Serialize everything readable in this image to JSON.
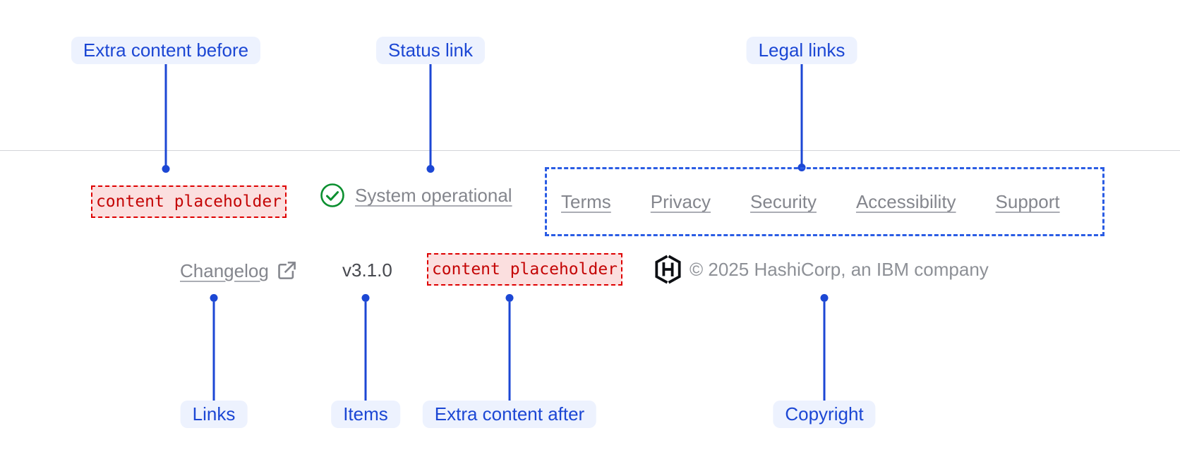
{
  "callouts": {
    "top": [
      {
        "label": "Extra content before"
      },
      {
        "label": "Status link"
      },
      {
        "label": "Legal links"
      }
    ],
    "bottom": [
      {
        "label": "Links"
      },
      {
        "label": "Items"
      },
      {
        "label": "Extra content after"
      },
      {
        "label": "Copyright"
      }
    ]
  },
  "footer": {
    "extra_content_before": "content placeholder",
    "status_link": {
      "label": "System operational",
      "icon": "check-circle-icon"
    },
    "legal_links": [
      "Terms",
      "Privacy",
      "Security",
      "Accessibility",
      "Support"
    ],
    "links": [
      {
        "label": "Changelog",
        "icon": "external-link-icon"
      }
    ],
    "version": "v3.1.0",
    "extra_content_after": "content placeholder",
    "copyright": "© 2025 HashiCorp, an IBM company",
    "logo": "hashicorp-logo"
  },
  "colors": {
    "callout_blue": "#1c47d4",
    "callout_bg": "#edf2fe",
    "legal_border_blue": "#2a5ce4",
    "placeholder_red": "#c40505",
    "placeholder_bg": "#fbdfdf",
    "link_gray": "#84868d",
    "success_green": "#0b8f2f",
    "divider_gray": "#d2d4d9"
  }
}
